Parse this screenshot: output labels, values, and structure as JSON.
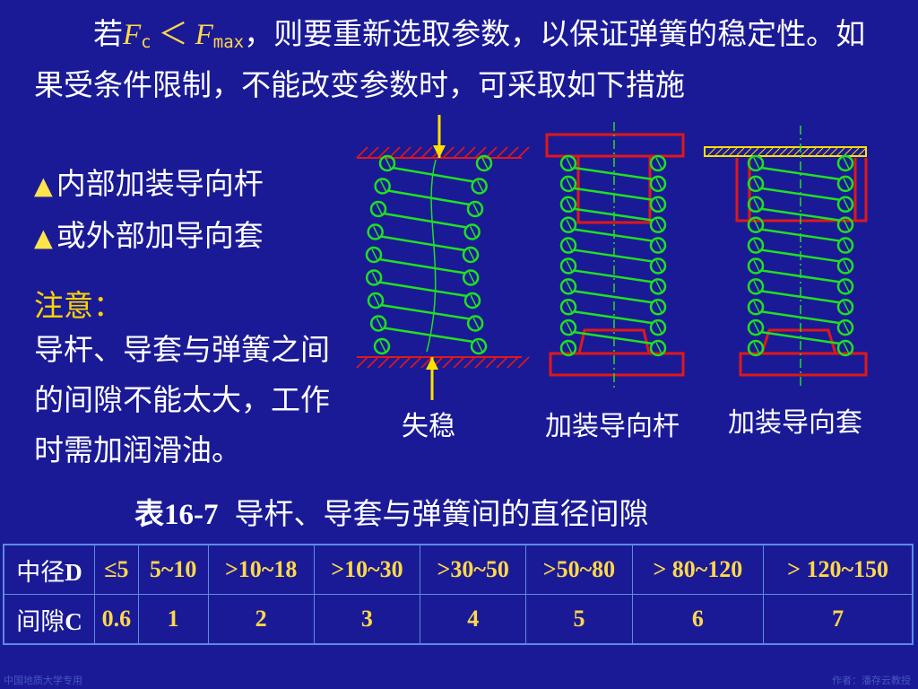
{
  "intro": {
    "lead": "若",
    "f_c_var": "F",
    "f_c_sub": "c",
    "lt": "＜",
    "f_max_var": "F",
    "f_max_sub": "max",
    "rest": "，则要重新选取参数，以保证弹簧的稳定性。如果受条件限制，不能改变参数时，可采取如下措施"
  },
  "measures": [
    {
      "icon": "triangle-icon",
      "text": "内部加装导向杆"
    },
    {
      "icon": "triangle-icon",
      "text": "或外部加导向套"
    }
  ],
  "note": {
    "title": "注意：",
    "body": "导杆、导套与弹簧之间的间隙不能太大，工作时需加润滑油。"
  },
  "figures": {
    "captions": [
      "失稳",
      "加装导向杆",
      "加装导向套"
    ]
  },
  "table": {
    "title_num": "表16-7",
    "title_text": "导杆、导套与弹簧间的直径间隙",
    "row1_label": "中径",
    "row1_label_bold": "D",
    "row1": [
      "≤5",
      "5~10",
      ">10~18",
      ">10~30",
      ">30~50",
      ">50~80",
      "> 80~120",
      "> 120~150"
    ],
    "row2_label": "间隙",
    "row2_label_bold": "C",
    "row2": [
      "0.6",
      "1",
      "2",
      "3",
      "4",
      "5",
      "6",
      "7"
    ]
  },
  "footer": {
    "left": "中国地质大学专用",
    "right": "作者：潘存云教授"
  },
  "colors": {
    "background": "#1b1a96",
    "spring": "#20e020",
    "frame": "#e01818",
    "hatch": "#e01818",
    "arrow": "#ffe000",
    "axis": "#20e020",
    "emphasis": "#ffd84a"
  }
}
